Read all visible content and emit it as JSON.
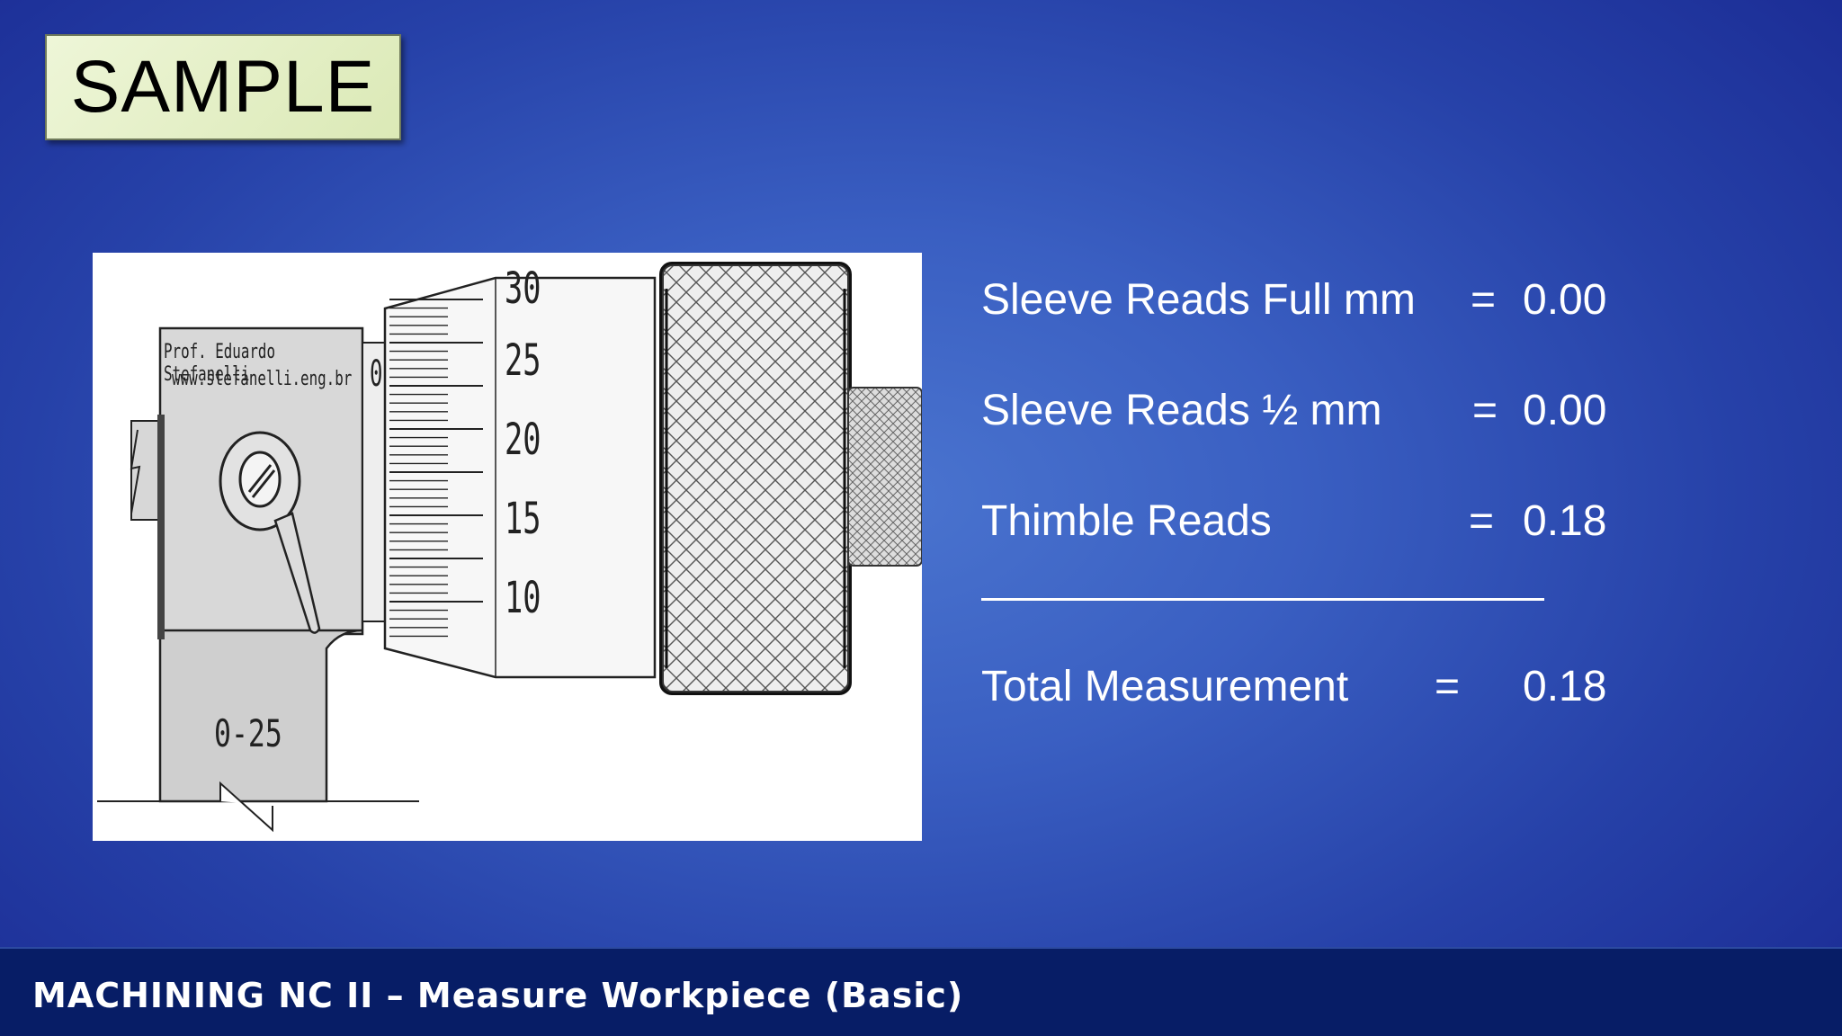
{
  "slide": {
    "badge": "SAMPLE",
    "footer": "MACHINING NC II – Measure Workpiece (Basic)"
  },
  "figure": {
    "credit_name": "Prof. Eduardo Stefanelli",
    "credit_url": "www.stefanelli.eng.br",
    "range_label": "0-25",
    "sleeve_partial": "0",
    "thimble_numbers": [
      "30",
      "25",
      "20",
      "15",
      "10"
    ]
  },
  "readings": [
    {
      "label": "Sleeve Reads Full mm",
      "eq": "=",
      "value": "0.00"
    },
    {
      "label": "Sleeve Reads ½ mm",
      "eq": "=",
      "value": "0.00"
    },
    {
      "label": "Thimble Reads",
      "eq": "=",
      "value": "0.18"
    }
  ],
  "total": {
    "label": "Total Measurement",
    "eq": "=",
    "value": "0.18"
  },
  "colors": {
    "background": "#2641a8",
    "footer": "#071d66",
    "badge": "#dbe9b6",
    "text": "#ffffff"
  }
}
